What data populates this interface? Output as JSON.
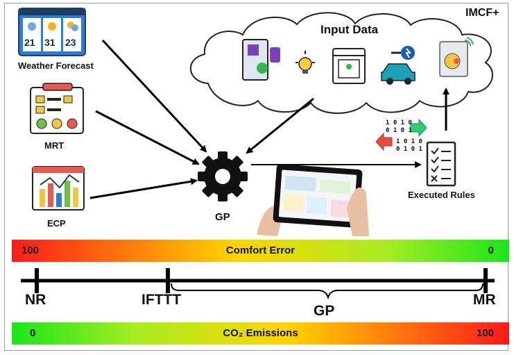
{
  "title": "IMCF+",
  "inputs": {
    "weather_label": "Weather Forecast",
    "weather_temps": [
      "21",
      "31",
      "23"
    ],
    "mrt_label": "MRT",
    "ecp_label": "ECP"
  },
  "cloud_label": "Input Data",
  "gp_label": "GP",
  "rules": {
    "label": "Executed Rules",
    "bits_top_1": "1 0 1 0",
    "bits_top_2": "0 1 0 1",
    "bits_bot_1": "1 0 1 0",
    "bits_bot_2": "0 1 0 1"
  },
  "comfort_bar": {
    "left": "100",
    "center": "Comfort Error",
    "right": "0"
  },
  "scale": {
    "nr": "NR",
    "ifttt": "IFTTT",
    "mr": "MR",
    "gp": "GP"
  },
  "emissions_bar": {
    "left": "0",
    "center": "CO₂ Emissions",
    "right": "100"
  },
  "colors": {
    "red": "#ff1a1a",
    "yellow": "#ffd400",
    "green": "#19e619",
    "arrow": "#000000"
  }
}
